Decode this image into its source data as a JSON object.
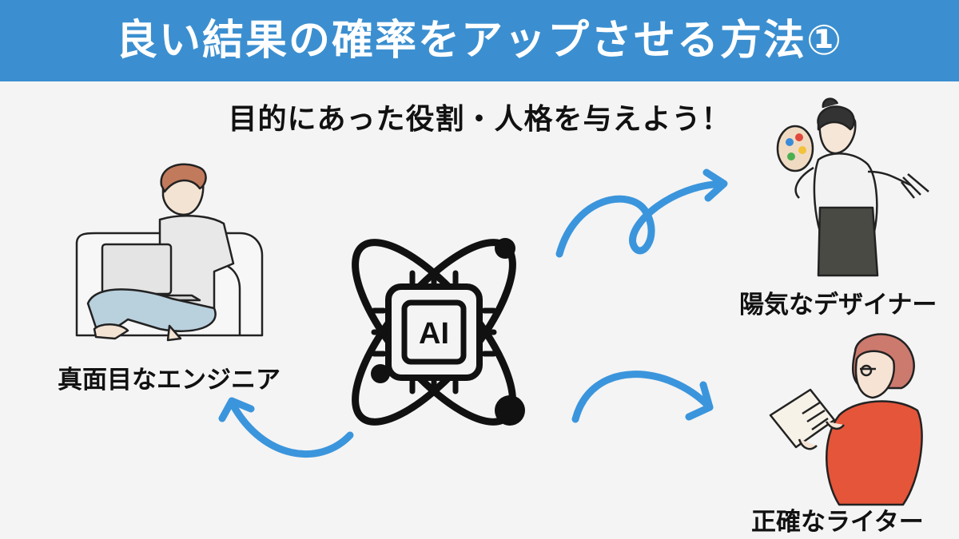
{
  "header": {
    "title": "良い結果の確率をアップさせる方法①"
  },
  "subtitle": "目的にあった役割・人格を与えよう！",
  "center": {
    "chip_label": "AI"
  },
  "roles": [
    {
      "label": "真面目なエンジニア"
    },
    {
      "label": "陽気なデザイナー"
    },
    {
      "label": "正確なライター"
    }
  ],
  "colors": {
    "header_bg": "#3b8fd0",
    "arrow": "#3b95dc",
    "background": "#f4f4f4"
  }
}
